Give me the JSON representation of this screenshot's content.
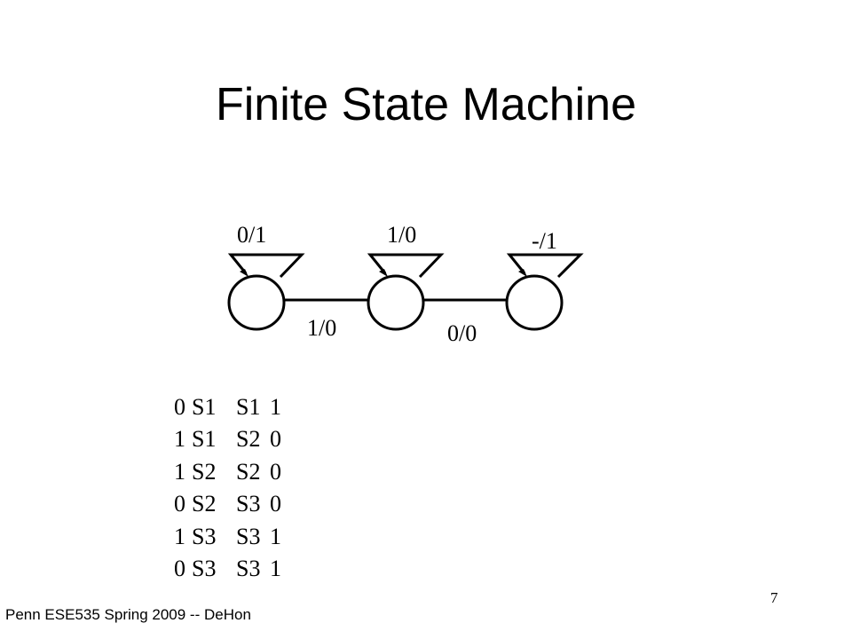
{
  "slide": {
    "title": "Finite State Machine",
    "footer": "Penn ESE535 Spring 2009 -- DeHon",
    "page_number": "7"
  },
  "diagram": {
    "edge_labels": {
      "s1_self": "0/1",
      "s2_self": "1/0",
      "s3_self": "-/1",
      "s1_to_s2": "1/0",
      "s2_to_s3": "0/0"
    }
  },
  "table": {
    "rows": [
      {
        "input": "0",
        "current": "S1",
        "next": "S1",
        "output": "1"
      },
      {
        "input": "1",
        "current": "S1",
        "next": "S2",
        "output": "0"
      },
      {
        "input": "1",
        "current": "S2",
        "next": "S2",
        "output": "0"
      },
      {
        "input": "0",
        "current": "S2",
        "next": "S3",
        "output": "0"
      },
      {
        "input": "1",
        "current": "S3",
        "next": "S3",
        "output": "1"
      },
      {
        "input": "0",
        "current": "S3",
        "next": "S3",
        "output": "1"
      }
    ]
  }
}
